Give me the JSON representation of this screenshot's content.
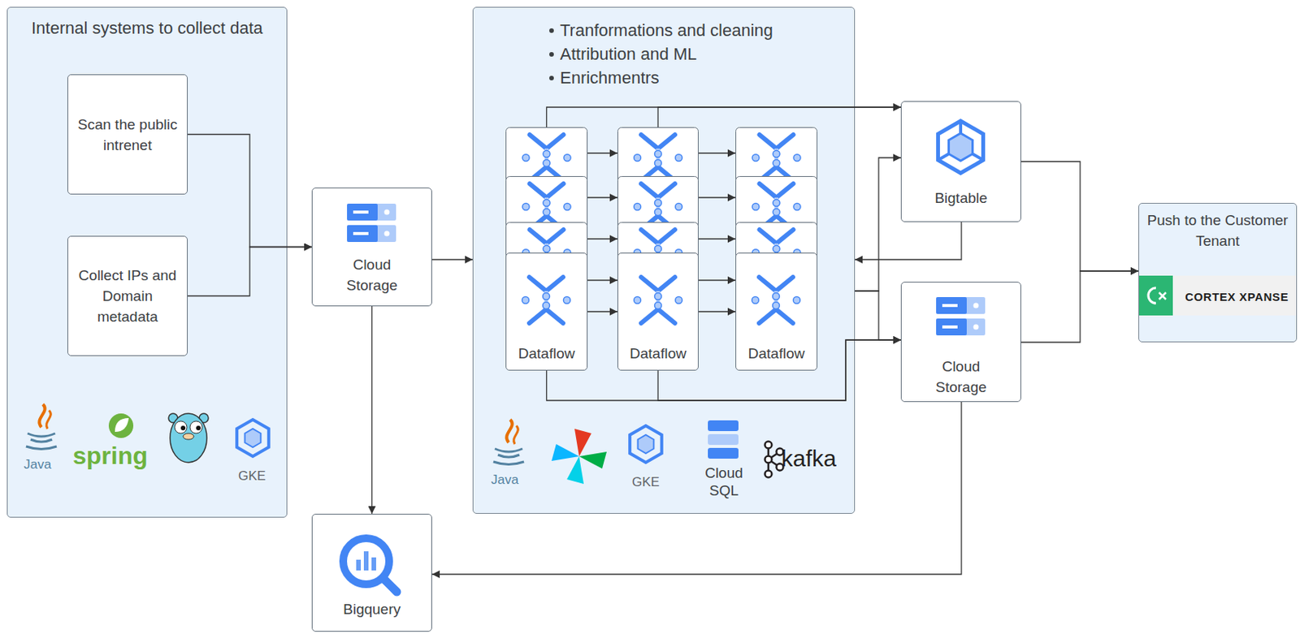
{
  "diagram": {
    "nodes": [
      {
        "text": [
          "Internal systems to collect data"
        ]
      },
      {
        "text": [
          "Scan the public intrenet"
        ],
        "in": 0
      },
      {
        "text": [
          "Collect IPs and Domain metadata"
        ],
        "in": 0
      },
      {
        "text": [
          "Cloud Storage"
        ]
      },
      {
        "text": [
          "Tranformations and cleaning",
          "Attribution and ML",
          "Enrichmentrs"
        ]
      },
      {
        "text": [
          "Dataflow"
        ],
        "in": 4
      },
      {
        "text": [
          "Dataflow"
        ],
        "in": 4
      },
      {
        "text": [
          "Dataflow"
        ],
        "in": 4
      },
      {
        "text": [
          "Bigtable"
        ]
      },
      {
        "text": [
          "Cloud Storage"
        ]
      },
      {
        "text": [
          "Push to the Customer Tenant",
          "CORTEX XPANSE"
        ]
      },
      {
        "text": [
          "Bigquery"
        ]
      }
    ],
    "edges": [
      {
        "from": 1,
        "to": 3,
        "arrow": "to"
      },
      {
        "from": 2,
        "to": 3,
        "arrow": "to"
      },
      {
        "from": 3,
        "to": 4,
        "arrow": "to"
      },
      {
        "from": 3,
        "to": 11,
        "arrow": "to"
      },
      {
        "from": 5,
        "to": 6,
        "arrow": "to"
      },
      {
        "from": 6,
        "to": 7,
        "arrow": "to"
      },
      {
        "from": 5,
        "to": 8,
        "arrow": "to"
      },
      {
        "from": 6,
        "to": 8,
        "arrow": "to"
      },
      {
        "from": 5,
        "to": 9,
        "arrow": "to"
      },
      {
        "from": 6,
        "to": 9,
        "arrow": "to"
      },
      {
        "from": 4,
        "to": 8,
        "arrow": "to"
      },
      {
        "from": 4,
        "to": 9,
        "arrow": "to"
      },
      {
        "from": 8,
        "to": 4,
        "arrow": "to"
      },
      {
        "from": 8,
        "to": 10,
        "arrow": "to"
      },
      {
        "from": 9,
        "to": 10,
        "arrow": "to"
      },
      {
        "from": 9,
        "to": 11,
        "arrow": "to"
      }
    ],
    "labels": [
      "Java",
      "spring",
      "GKE",
      "Java",
      "GKE",
      "Cloud SQL",
      "kafka"
    ]
  }
}
